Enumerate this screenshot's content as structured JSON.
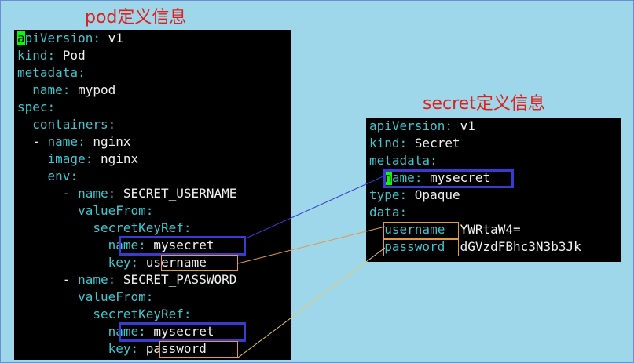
{
  "titles": {
    "pod": "pod定义信息",
    "secret": "secret定义信息"
  },
  "pod_yaml": {
    "lines": [
      {
        "key": "apiVersion",
        "cursor": "a",
        "rest": "piVersion",
        "sep": ": ",
        "value": "v1"
      },
      {
        "key": "kind",
        "sep": ": ",
        "value": "Pod"
      },
      {
        "key": "metadata",
        "sep": ":",
        "value": ""
      },
      {
        "indent": "  ",
        "key": "name",
        "sep": ": ",
        "value": "mypod"
      },
      {
        "key": "spec",
        "sep": ":",
        "value": ""
      },
      {
        "indent": "  ",
        "key": "containers",
        "sep": ":",
        "value": ""
      },
      {
        "indent": "  - ",
        "key": "name",
        "sep": ": ",
        "value": "nginx"
      },
      {
        "indent": "    ",
        "key": "image",
        "sep": ": ",
        "value": "nginx"
      },
      {
        "indent": "    ",
        "key": "env",
        "sep": ":",
        "value": ""
      },
      {
        "indent": "      - ",
        "key": "name",
        "sep": ": ",
        "value": "SECRET_USERNAME"
      },
      {
        "indent": "        ",
        "key": "valueFrom",
        "sep": ":",
        "value": ""
      },
      {
        "indent": "          ",
        "key": "secretKeyRef",
        "sep": ":",
        "value": ""
      },
      {
        "indent": "            ",
        "key": "name",
        "sep": ": ",
        "value": "mysecret"
      },
      {
        "indent": "            ",
        "key": "key",
        "sep": ": ",
        "value": "username"
      },
      {
        "indent": "      - ",
        "key": "name",
        "sep": ": ",
        "value": "SECRET_PASSWORD"
      },
      {
        "indent": "        ",
        "key": "valueFrom",
        "sep": ":",
        "value": ""
      },
      {
        "indent": "          ",
        "key": "secretKeyRef",
        "sep": ":",
        "value": ""
      },
      {
        "indent": "            ",
        "key": "name",
        "sep": ": ",
        "value": "mysecret"
      },
      {
        "indent": "            ",
        "key": "key",
        "sep": ": ",
        "value": "password"
      }
    ]
  },
  "secret_yaml": {
    "lines": [
      {
        "key": "apiVersion",
        "sep": ": ",
        "value": "v1"
      },
      {
        "key": "kind",
        "sep": ": ",
        "value": "Secret"
      },
      {
        "key": "metadata",
        "sep": ":",
        "value": ""
      },
      {
        "indent": "  ",
        "key": "name",
        "cursor": "n",
        "rest": "ame",
        "sep": ": ",
        "value": "mysecret"
      },
      {
        "key": "type",
        "sep": ": ",
        "value": "Opaque"
      },
      {
        "key": "data",
        "sep": ":",
        "value": ""
      },
      {
        "indent": "  ",
        "key": "username",
        "sep": "  ",
        "value": "YWRtaW4="
      },
      {
        "indent": "  ",
        "key": "password",
        "sep": "  ",
        "value": "dGVzdFBhc3N3b3Jk"
      }
    ]
  },
  "colors": {
    "key": "#3ec6d0",
    "value": "#f0f0f0",
    "background": "#9ed6ea",
    "title": "#e0201c",
    "highlight_box": "#3a3ad0",
    "key_box": "#e6964a",
    "link_name": "#3a3ad0",
    "link_username": "#e6964a",
    "link_password": "#e8c860"
  }
}
